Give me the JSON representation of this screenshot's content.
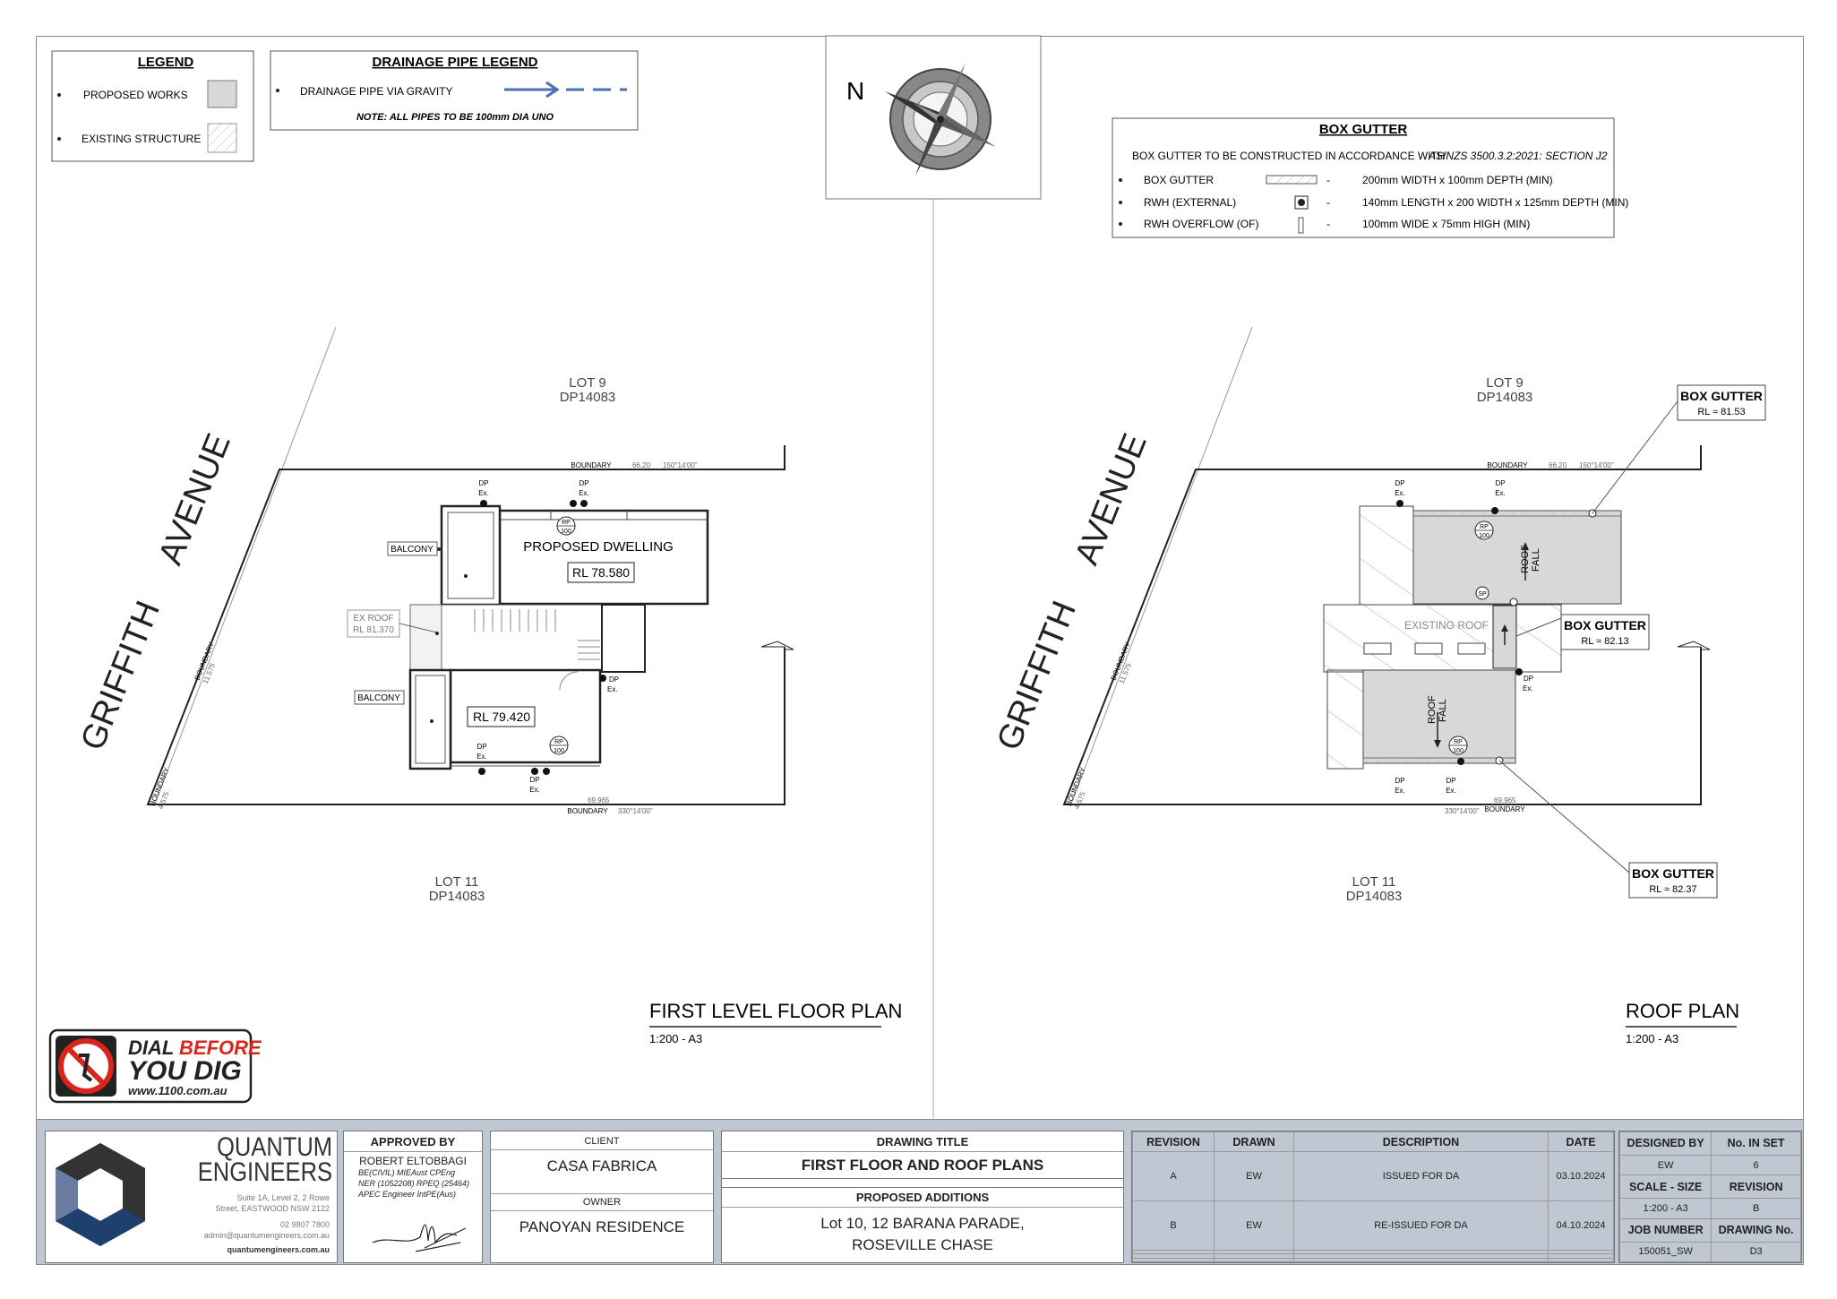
{
  "legend": {
    "title": "LEGEND",
    "items": [
      "PROPOSED WORKS",
      "EXISTING STRUCTURE"
    ]
  },
  "drainage_legend": {
    "title": "DRAINAGE PIPE LEGEND",
    "item": "DRAINAGE PIPE VIA GRAVITY",
    "note": "NOTE: ALL PIPES TO BE 100mm DIA UNO"
  },
  "compass": {
    "north": "N"
  },
  "box_gutter_legend": {
    "title": "BOX GUTTER",
    "standard": "BOX GUTTER TO BE CONSTRUCTED IN ACCORDANCE WITH",
    "standard_ref": "AS/NZS 3500.3.2:2021: SECTION J2",
    "rows": [
      {
        "label": "BOX GUTTER",
        "dash": "-",
        "spec": "200mm WIDTH x 100mm DEPTH (MIN)"
      },
      {
        "label": "RWH (EXTERNAL)",
        "dash": "-",
        "spec": "140mm LENGTH x 200 WIDTH x 125mm DEPTH (MIN)"
      },
      {
        "label": "RWH OVERFLOW (OF)",
        "dash": "-",
        "spec": "100mm WIDE x 75mm HIGH (MIN)"
      }
    ]
  },
  "plans": {
    "lot9": "LOT 9",
    "lot11": "LOT 11",
    "dp": "DP14083",
    "street_1": "GRIFFITH",
    "street_2": "AVENUE",
    "boundary": "BOUNDARY",
    "boundary_top": "66.20",
    "bearing_top": "150°14'00\"",
    "boundary_bottom": "69.965",
    "bearing_bottom": "330°14'00\"",
    "boundary_left": "11.575",
    "boundary_corner": "4.575",
    "dp_label": "DP",
    "ex_label": "Ex.",
    "rp_label": "RP",
    "rp_size": "100",
    "first": {
      "title": "FIRST LEVEL FLOOR PLAN",
      "scale": "1:200 - A3",
      "dwelling": "PROPOSED DWELLING",
      "rl_1": "RL 78.580",
      "rl_2": "RL 79.420",
      "balcony": "BALCONY",
      "ex_roof": "EX ROOF",
      "ex_roof_rl": "RL 81.370"
    },
    "roof": {
      "title": "ROOF  PLAN",
      "scale": "1:200 - A3",
      "existing_roof": "EXISTING ROOF",
      "roof": "ROOF",
      "fall": "FALL",
      "sp": "SP",
      "callouts": [
        {
          "title": "BOX GUTTER",
          "rl": "RL ≈ 81.53"
        },
        {
          "title": "BOX GUTTER",
          "rl": "RL ≈ 82.13"
        },
        {
          "title": "BOX GUTTER",
          "rl": "RL ≈ 82.37"
        }
      ]
    }
  },
  "dial": {
    "line1a": "DIAL ",
    "line1b": "BEFORE",
    "line2": "YOU DIG",
    "url": "www.1100.com.au"
  },
  "title_block": {
    "company_1": "QUANTUM",
    "company_2": "ENGINEERS",
    "address_1": "Suite 1A, Level 2, 2 Rowe",
    "address_2": "Street,  EASTWOOD NSW 2122",
    "phone": "02 9807 7800",
    "email": "admin@quantumengineers.com.au",
    "web": "quantumengineers.com.au",
    "approved_by_label": "APPROVED BY",
    "approver": "ROBERT ELTOBBAGI",
    "approver_quals": [
      "BE(CIVIL) MIEAust CPEng",
      "NER (1052208) RPEQ (25464)",
      "APEC Engineer IntPE(Aus)"
    ],
    "client_label": "CLIENT",
    "client": "CASA FABRICA",
    "owner_label": "OWNER",
    "owner": "PANOYAN RESIDENCE",
    "drawing_title_label": "DRAWING TITLE",
    "drawing_title": "FIRST FLOOR AND ROOF PLANS",
    "project_label": "PROPOSED ADDITIONS",
    "project_1": "Lot 10, 12 BARANA PARADE,",
    "project_2": "ROSEVILLE CHASE",
    "revisions": {
      "headers": [
        "REVISION",
        "DRAWN",
        "DESCRIPTION",
        "DATE"
      ],
      "rows": [
        [
          "A",
          "EW",
          "ISSUED FOR DA",
          "03.10.2024"
        ],
        [
          "B",
          "EW",
          "RE-ISSUED FOR DA",
          "04.10.2024"
        ]
      ]
    },
    "designed_by_label": "DESIGNED BY",
    "designed_by": "EW",
    "no_in_set_label": "No. IN SET",
    "no_in_set": "6",
    "scale_size_label": "SCALE - SIZE",
    "scale_size": "1:200 - A3",
    "revision_label": "REVISION",
    "revision": "B",
    "job_number_label": "JOB NUMBER",
    "job_number": "150051_SW",
    "drawing_no_label": "DRAWING No.",
    "drawing_no": "D3"
  },
  "colors": {
    "proposed_fill": "#d8d8d8",
    "pipe_blue": "#4a6fb3",
    "logo_navy": "#1f3f6e",
    "logo_dark": "#333333",
    "dial_red": "#d9251c"
  }
}
